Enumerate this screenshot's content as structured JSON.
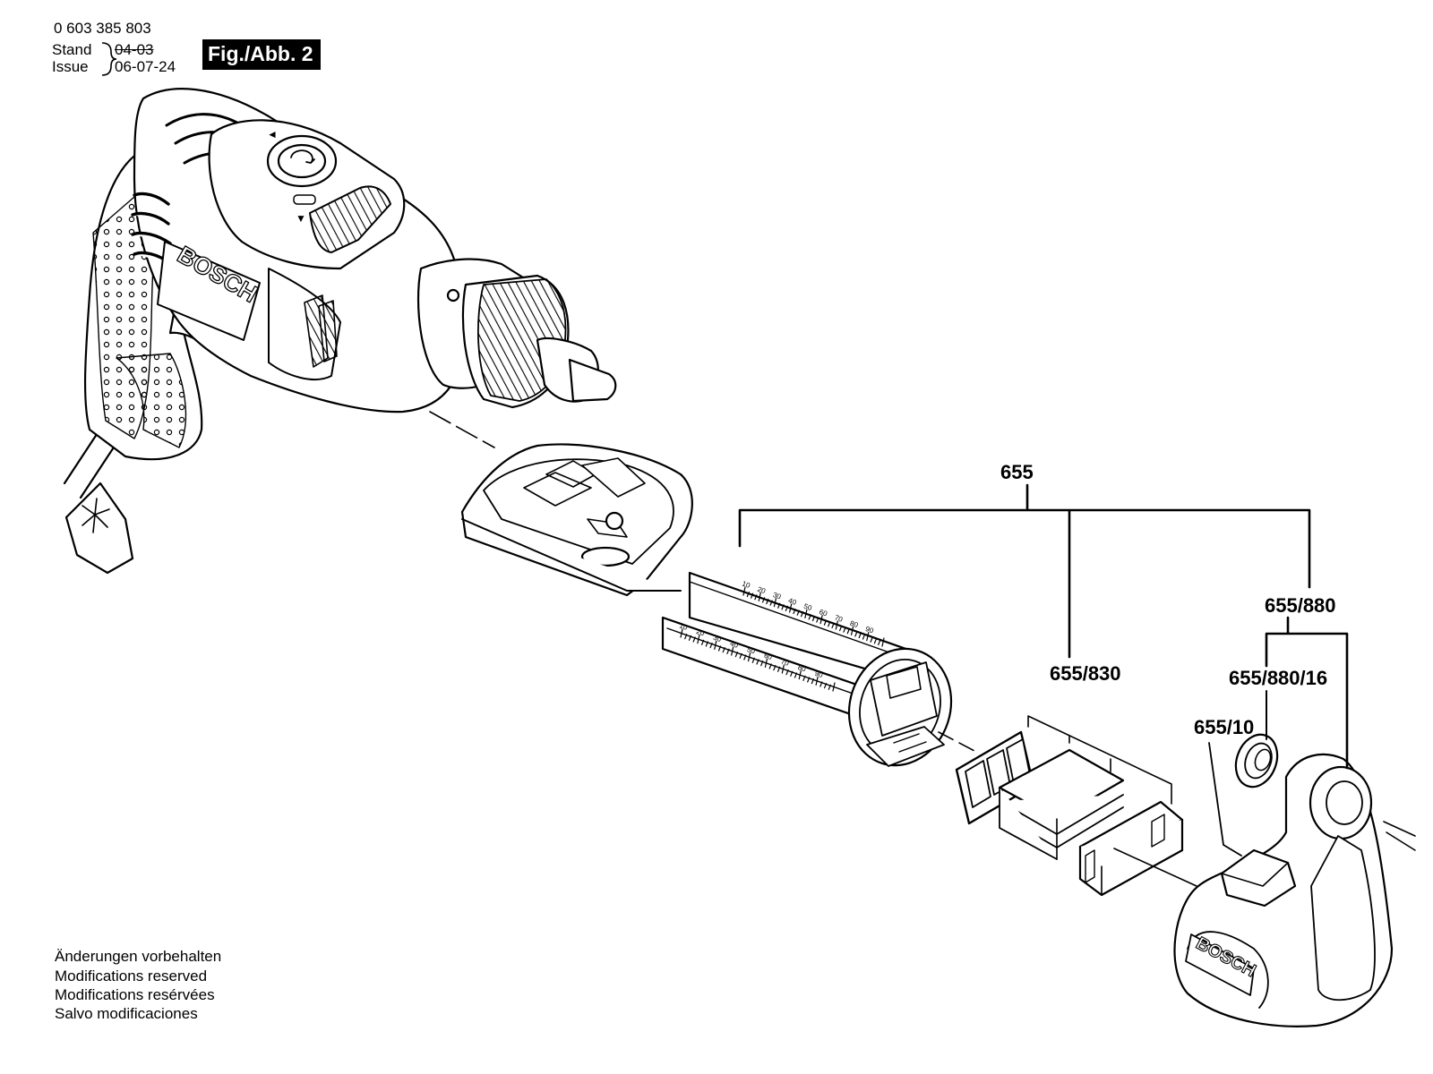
{
  "header": {
    "part_number": "0 603 385 803",
    "stand_label": "Stand",
    "issue_label": "Issue",
    "old_date": "04-03",
    "issue_date": "06-07-24",
    "figure_label": "Fig./Abb. 2"
  },
  "callouts": {
    "c655": "655",
    "c655_880": "655/880",
    "c655_830": "655/830",
    "c655_880_16": "655/880/16",
    "c655_10": "655/10"
  },
  "footer_notes": [
    "Änderungen vorbehalten",
    "Modifications reserved",
    "Modifications resérvées",
    "Salvo modificaciones"
  ],
  "drawing": {
    "drill_logo": "BOSCH",
    "cap_logo": "BOSCH",
    "scale_ticks": [
      "10",
      "20",
      "30",
      "40",
      "50",
      "60",
      "70",
      "80",
      "90"
    ]
  }
}
